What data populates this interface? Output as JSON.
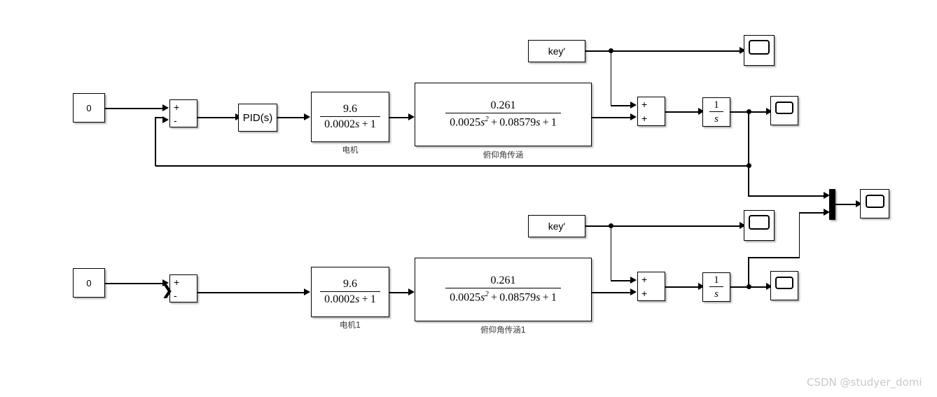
{
  "diagram": {
    "title": "Simulink block diagram",
    "watermark": "CSDN @studyer_domi",
    "line_color": "#000000",
    "block_fill": "#ffffff",
    "caption_color": "#3a3a3a",
    "watermark_color": "#c9c9c9"
  },
  "blocks": {
    "constant_top": {
      "label": "0",
      "type": "constant"
    },
    "constant_bottom": {
      "label": "0",
      "type": "constant"
    },
    "sum_top": {
      "signs": [
        "+",
        "-"
      ],
      "type": "sum"
    },
    "sum_bottom": {
      "signs": [
        "+",
        "-"
      ],
      "type": "sum"
    },
    "pid": {
      "label": "PID(s)",
      "type": "pid-controller"
    },
    "motor_top": {
      "type": "transfer-function",
      "numerator": "9.6",
      "denominator_parts": [
        {
          "text": "0.0002",
          "italic": false
        },
        {
          "text": "s",
          "italic": true
        },
        {
          "text": " + 1",
          "italic": false
        }
      ],
      "caption": "电机"
    },
    "motor_bottom": {
      "type": "transfer-function",
      "numerator": "9.6",
      "denominator_parts": [
        {
          "text": "0.0002",
          "italic": false
        },
        {
          "text": "s",
          "italic": true
        },
        {
          "text": " + 1",
          "italic": false
        }
      ],
      "caption": "电机1"
    },
    "pitch_top": {
      "type": "transfer-function",
      "numerator": "0.261",
      "denominator_text": "0.0025s² + 0.08579s + 1",
      "caption": "俯仰角传涵"
    },
    "pitch_bottom": {
      "type": "transfer-function",
      "numerator": "0.261",
      "denominator_text": "0.0025s² + 0.08579s + 1",
      "caption": "俯仰角传涵1"
    },
    "key_top": {
      "label": "key'",
      "type": "from-workspace"
    },
    "key_bottom": {
      "label": "key'",
      "type": "from-workspace"
    },
    "sum2_top": {
      "signs": [
        "+",
        "+"
      ],
      "type": "sum"
    },
    "sum2_bottom": {
      "signs": [
        "+",
        "+"
      ],
      "type": "sum"
    },
    "integrator_top": {
      "numerator": "1",
      "denominator": "s",
      "type": "integrator"
    },
    "integrator_bottom": {
      "numerator": "1",
      "denominator": "s",
      "type": "integrator"
    },
    "mux": {
      "type": "mux",
      "inputs": 2
    },
    "scopes": [
      {
        "name": "scope-key-top"
      },
      {
        "name": "scope-integrator-top"
      },
      {
        "name": "scope-key-bottom"
      },
      {
        "name": "scope-integrator-bottom"
      },
      {
        "name": "scope-mux-output"
      }
    ]
  }
}
